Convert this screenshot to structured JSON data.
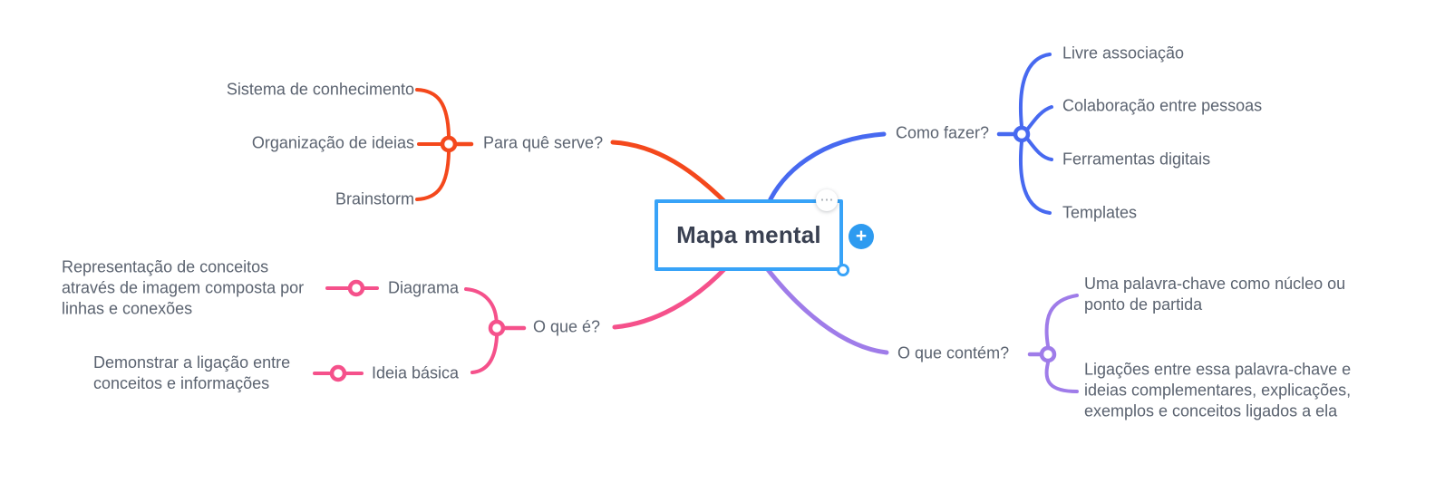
{
  "canvas": {
    "background": "#ffffff"
  },
  "central_node": {
    "title": "Mapa mental",
    "accent_color": "#38a3f8",
    "icons": {
      "more": "⋯",
      "add": "+"
    }
  },
  "branches": {
    "para_que_serve": {
      "label": "Para quê serve?",
      "color": "#f4481c",
      "children": [
        {
          "label": "Sistema de conhecimento"
        },
        {
          "label": "Organização de ideias"
        },
        {
          "label": "Brainstorm"
        }
      ]
    },
    "como_fazer": {
      "label": "Como fazer?",
      "color": "#4769f0",
      "children": [
        {
          "label": "Livre associação"
        },
        {
          "label": "Colaboração entre pessoas"
        },
        {
          "label": "Ferramentas digitais"
        },
        {
          "label": "Templates"
        }
      ]
    },
    "o_que_e": {
      "label": "O que é?",
      "color": "#f5518b",
      "children": [
        {
          "label": "Diagrama",
          "children": [
            {
              "label": "Representação de conceitos através de imagem composta por linhas e conexões"
            }
          ]
        },
        {
          "label": "Ideia básica",
          "children": [
            {
              "label": "Demonstrar a ligação entre conceitos e informações"
            }
          ]
        }
      ]
    },
    "o_que_contem": {
      "label": "O que contém?",
      "color": "#9f7ce9",
      "children": [
        {
          "label": "Uma palavra-chave como núcleo ou ponto de partida"
        },
        {
          "label": "Ligações entre essa palavra-chave e ideias complementares, explicações, exemplos e conceitos ligados a ela"
        }
      ]
    }
  }
}
